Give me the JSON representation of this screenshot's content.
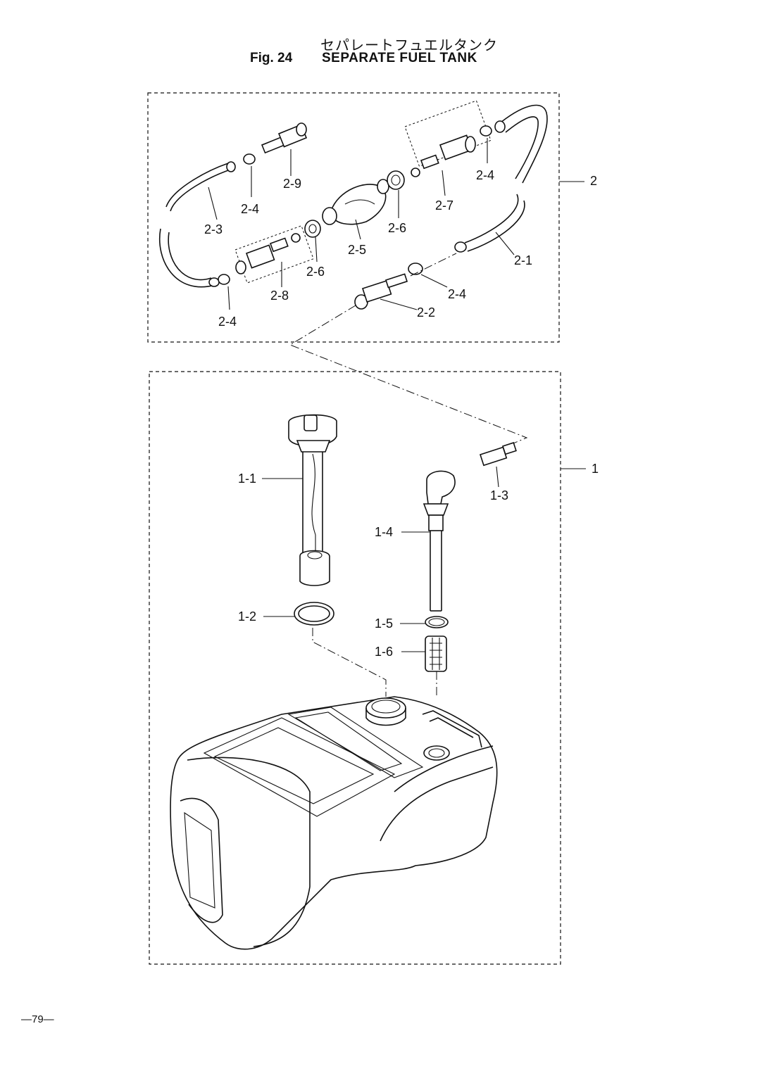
{
  "header": {
    "title_jp": "セパレートフュエルタンク",
    "fig_number": "Fig. 24",
    "title_en": "SEPARATE FUEL TANK"
  },
  "groups": [
    {
      "ref": "2",
      "description": "fuel line assembly"
    },
    {
      "ref": "1",
      "description": "fuel tank assembly"
    }
  ],
  "callouts": {
    "g2": "2",
    "p2_1": "2-1",
    "p2_2": "2-2",
    "p2_3": "2-3",
    "p2_4a": "2-4",
    "p2_4b": "2-4",
    "p2_4c": "2-4",
    "p2_4d": "2-4",
    "p2_5": "2-5",
    "p2_6a": "2-6",
    "p2_6b": "2-6",
    "p2_7": "2-7",
    "p2_8": "2-8",
    "p2_9": "2-9",
    "g1": "1",
    "p1_1": "1-1",
    "p1_2": "1-2",
    "p1_3": "1-3",
    "p1_4": "1-4",
    "p1_5": "1-5",
    "p1_6": "1-6"
  },
  "footer": {
    "page_number": "—79—"
  }
}
